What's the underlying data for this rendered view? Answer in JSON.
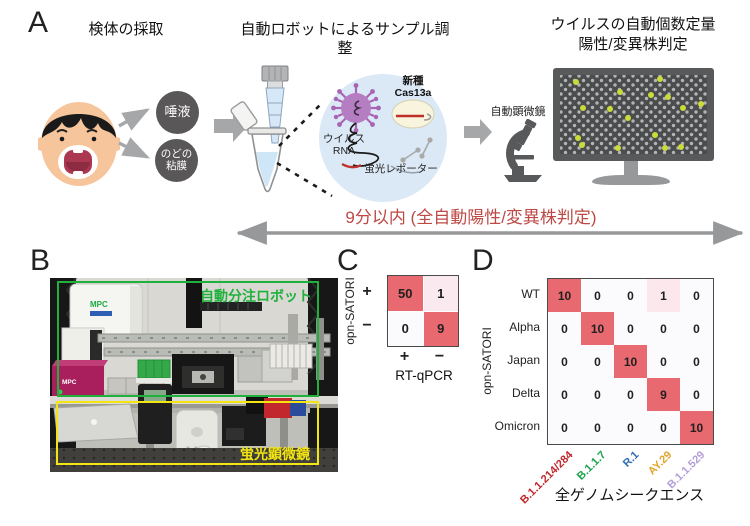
{
  "panels": {
    "a": {
      "label": "A",
      "step1_title": "検体の採取",
      "step2_title": "自動ロボットによるサンプル調整",
      "step3_title_line1": "ウイルスの自動個数定量",
      "step3_title_line2": "陽性/変異株判定",
      "saliva_label": "唾液",
      "throat_label_line1": "のどの",
      "throat_label_line2": "粘膜",
      "virus_rna_label_line1": "ウイルス",
      "virus_rna_label_line2": "RNA",
      "cas_label_line1": "新種",
      "cas_label_line2": "Cas13a",
      "reporter_label": "蛍光レポーター",
      "microscope_label": "自動顕微鏡",
      "time_note": "9分以内 (全自動陽性/変異株判定)"
    },
    "b": {
      "label": "B",
      "robot_box_label": "自動分注ロボット",
      "microscope_box_label": "蛍光顕微鏡",
      "equipment_text": "MPC"
    },
    "c": {
      "label": "C",
      "y_axis_label": "opn-SATORI",
      "x_axis_label": "RT-qPCR",
      "row_labels": [
        "+",
        "−"
      ],
      "col_labels": [
        "+",
        "−"
      ],
      "values": [
        [
          "50",
          "1"
        ],
        [
          "0",
          "9"
        ]
      ]
    },
    "d": {
      "label": "D",
      "y_axis_label": "opn-SATORI",
      "x_axis_label": "全ゲノムシークエンス",
      "row_labels": [
        "WT",
        "Alpha",
        "Japan",
        "Delta",
        "Omicron"
      ],
      "col_labels": [
        {
          "text": "B.1.1.214/284",
          "color": "#bf272d"
        },
        {
          "text": "B.1.1.7",
          "color": "#18a04c"
        },
        {
          "text": "R.1",
          "color": "#2f6db8"
        },
        {
          "text": "AY.29",
          "color": "#e2a42a"
        },
        {
          "text": "B.1.1.529",
          "color": "#b29fd8"
        }
      ],
      "values": [
        [
          "10",
          "0",
          "0",
          "1",
          "0"
        ],
        [
          "0",
          "10",
          "0",
          "0",
          "0"
        ],
        [
          "0",
          "0",
          "10",
          "0",
          "0"
        ],
        [
          "0",
          "0",
          "0",
          "9",
          "0"
        ],
        [
          "0",
          "0",
          "0",
          "0",
          "10"
        ]
      ]
    }
  },
  "colors": {
    "heatmap_hot": "#e8696f",
    "heatmap_faint": "#fbe7ec",
    "heatmap_zero": "#fbfafc",
    "time_note_red": "#bd4945",
    "robot_box_green": "#1fb13c",
    "microscope_box_yellow": "#f2e512",
    "monitor_spot_yellow": "#c9dc3a",
    "sample_circle_gray": "#595757",
    "virus_purple": "#b57ec2",
    "reaction_circle_blue": "#dbe9f6"
  },
  "chart_data": [
    {
      "type": "heatmap",
      "x_categories": [
        "+",
        "−"
      ],
      "y_categories": [
        "+",
        "−"
      ],
      "xlabel": "RT-qPCR",
      "ylabel": "opn-SATORI",
      "values": [
        [
          50,
          1
        ],
        [
          0,
          9
        ]
      ]
    },
    {
      "type": "heatmap",
      "x_categories": [
        "B.1.1.214/284",
        "B.1.1.7",
        "R.1",
        "AY.29",
        "B.1.1.529"
      ],
      "y_categories": [
        "WT",
        "Alpha",
        "Japan",
        "Delta",
        "Omicron"
      ],
      "xlabel": "全ゲノムシークエンス",
      "ylabel": "opn-SATORI",
      "values": [
        [
          10,
          0,
          0,
          1,
          0
        ],
        [
          0,
          10,
          0,
          0,
          0
        ],
        [
          0,
          0,
          10,
          0,
          0
        ],
        [
          0,
          0,
          0,
          9,
          0
        ],
        [
          0,
          0,
          0,
          0,
          10
        ]
      ]
    }
  ]
}
